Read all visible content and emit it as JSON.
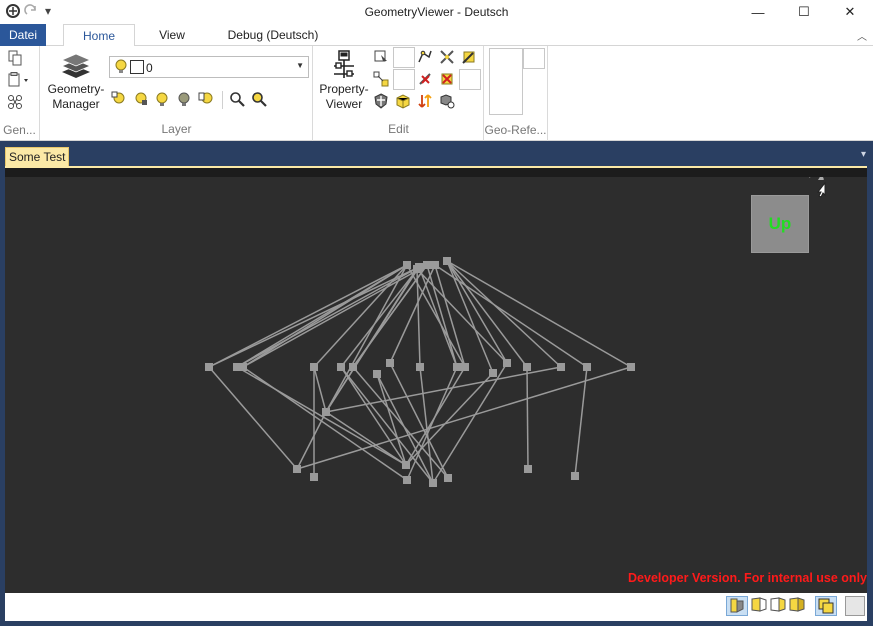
{
  "window": {
    "title": "GeometryViewer - Deutsch",
    "minimize_glyph": "—",
    "maximize_glyph": "☐",
    "close_glyph": "✕",
    "customize_glyph": "▾"
  },
  "ribbon": {
    "tabs": [
      {
        "label": "Datei"
      },
      {
        "label": "Home"
      },
      {
        "label": "View"
      },
      {
        "label": "Debug (Deutsch)"
      }
    ],
    "collapse_glyph": "︿",
    "groups": {
      "general": {
        "label": "Gen..."
      },
      "layer": {
        "label": "Layer",
        "geometry_manager_line1": "Geometry-",
        "geometry_manager_line2": "Manager",
        "layer_select_value": "0"
      },
      "edit": {
        "label": "Edit",
        "property_viewer_line1": "Property-",
        "property_viewer_line2": "Viewer"
      },
      "georef": {
        "label": "Geo-Refe..."
      }
    }
  },
  "document": {
    "tab_label": "Some Test",
    "menu_glyph": "▾",
    "up_label": "Up",
    "developer_note": "Developer Version. For internal use only"
  },
  "colors": {
    "accent_blue": "#2b579a",
    "doc_background": "#2d2d2d",
    "graph_gray": "#9a9a9a",
    "up_text": "#22dd22",
    "dev_note": "#ff1a1a"
  }
}
